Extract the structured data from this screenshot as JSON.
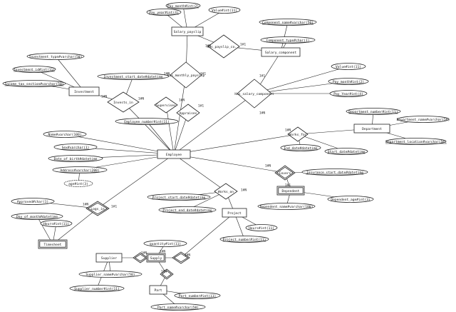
{
  "diagram": {
    "entities": [
      {
        "id": "employee",
        "label": "Employee",
        "weak": false
      },
      {
        "id": "salary_payslip",
        "label": "Salary_payslip",
        "weak": false
      },
      {
        "id": "salary_component",
        "label": "Salary_component",
        "weak": false
      },
      {
        "id": "investment",
        "label": "Investment",
        "weak": false
      },
      {
        "id": "department",
        "label": "Department",
        "weak": false
      },
      {
        "id": "dependent",
        "label": "Dependent",
        "weak": true
      },
      {
        "id": "timesheet",
        "label": "Timesheet",
        "weak": true
      },
      {
        "id": "project",
        "label": "Project",
        "weak": false
      },
      {
        "id": "supplier",
        "label": "Supplier",
        "weak": false
      },
      {
        "id": "supply",
        "label": "Supply",
        "weak": true
      },
      {
        "id": "part",
        "label": "Part",
        "weak": false
      }
    ],
    "relationships": [
      {
        "id": "has_payslip_component",
        "label": "Has_payslip_co..."
      },
      {
        "id": "has_monthly_payslip",
        "label": "Has_monthly_payslip"
      },
      {
        "id": "invests_in",
        "label": "Invests_in"
      },
      {
        "id": "supervises",
        "label": "Supervises"
      },
      {
        "id": "appraises",
        "label": "Appraises"
      },
      {
        "id": "has_salary_component",
        "label": "Has_salary_component"
      },
      {
        "id": "works_for",
        "label": "Works_for"
      },
      {
        "id": "covers",
        "label": "Covers"
      },
      {
        "id": "logs_in",
        "label": "Logs_in"
      },
      {
        "id": "works_on",
        "label": "Works_on"
      },
      {
        "id": "supplier_supply",
        "label": ""
      },
      {
        "id": "supply_project",
        "label": ""
      },
      {
        "id": "part_supply",
        "label": ""
      }
    ],
    "attributes": [
      {
        "id": "pay_year",
        "label": "Pay_year#int(4)"
      },
      {
        "id": "pay_month",
        "label": "Pay_month#int(2)"
      },
      {
        "id": "value",
        "label": "Value#int(11)"
      },
      {
        "id": "component_name",
        "label": "Component_name#varchar(50)"
      },
      {
        "id": "component_type",
        "label": "Component_type#char(1)"
      },
      {
        "id": "investment_type",
        "label": "Investment_type#varchar(50)"
      },
      {
        "id": "investment_id",
        "label": "Investment_id#int(11)"
      },
      {
        "id": "income_tax_section",
        "label": "Income_tax_section#varchar(50)"
      },
      {
        "id": "investment_start_date",
        "label": "Investment_start_date#datetime"
      },
      {
        "id": "sc_value",
        "label": "Value#int(11)"
      },
      {
        "id": "sc_pay_month",
        "label": "Pay_month#int(2)"
      },
      {
        "id": "sc_pay_year",
        "label": "Pay_Year#int(4)"
      },
      {
        "id": "department_number",
        "label": "Department_number#int(11)"
      },
      {
        "id": "department_name",
        "label": "Department_name#varchar(50)"
      },
      {
        "id": "department_location",
        "label": "Department_location#varchar(50)"
      },
      {
        "id": "employee_number",
        "label": "Employee_number#int(11)"
      },
      {
        "id": "name",
        "label": "Name#varchar(100)"
      },
      {
        "id": "sex",
        "label": "Sex#varchar(1)"
      },
      {
        "id": "date_of_birth",
        "label": "Date_of_birth#datetime"
      },
      {
        "id": "address",
        "label": "Address#varchar(200)"
      },
      {
        "id": "age",
        "label": "age#int(3)"
      },
      {
        "id": "end_date",
        "label": "End_date#datetime"
      },
      {
        "id": "start_date",
        "label": "Start_date#datetime"
      },
      {
        "id": "insurance_start_date",
        "label": "Insurance_start_date#datetime"
      },
      {
        "id": "dependent_age",
        "label": "Dependent_age#int(3)"
      },
      {
        "id": "dependent_name",
        "label": "Dependent_name#varchar(100)"
      },
      {
        "id": "approved",
        "label": "Approved#char(1)"
      },
      {
        "id": "day_of_month",
        "label": "Day_of_month#datetime"
      },
      {
        "id": "hours",
        "label": "Hours#int(11)"
      },
      {
        "id": "project_start_date",
        "label": "Project_start_date#datetime"
      },
      {
        "id": "project_end_date",
        "label": "Project_end_date#datetime"
      },
      {
        "id": "proj_hours",
        "label": "Hours#int(11)"
      },
      {
        "id": "project_number",
        "label": "Project_number#int(11)"
      },
      {
        "id": "quantity",
        "label": "quantity#int(11)"
      },
      {
        "id": "supplier_name",
        "label": "Supplier_name#varchar(50)"
      },
      {
        "id": "supplier_number",
        "label": "Supplier_number#int(11)"
      },
      {
        "id": "part_number",
        "label": "Part_number#int(11)"
      },
      {
        "id": "part_name",
        "label": "Part_name#varchar(50)"
      }
    ],
    "cardinalities": [
      {
        "id": "c1",
        "label": "1#N"
      },
      {
        "id": "c2",
        "label": "1#1"
      },
      {
        "id": "c3",
        "label": "1#N"
      },
      {
        "id": "c4",
        "label": "1#1"
      },
      {
        "id": "c5",
        "label": "1#N"
      },
      {
        "id": "c6",
        "label": "1#N"
      },
      {
        "id": "c7",
        "label": "1#N"
      },
      {
        "id": "c8",
        "label": "1#1"
      },
      {
        "id": "c9",
        "label": "1#1"
      },
      {
        "id": "c10",
        "label": "1#N"
      },
      {
        "id": "c11",
        "label": "1#N"
      },
      {
        "id": "c12",
        "label": "1#N"
      },
      {
        "id": "c13",
        "label": "1#1"
      },
      {
        "id": "c14",
        "label": "1#N"
      },
      {
        "id": "c15",
        "label": "1#1"
      },
      {
        "id": "c16",
        "label": "1#N"
      },
      {
        "id": "c17",
        "label": "1#N"
      },
      {
        "id": "c18",
        "label": "1#N"
      },
      {
        "id": "c19",
        "label": "1#N"
      },
      {
        "id": "c20",
        "label": "1#N"
      }
    ]
  }
}
